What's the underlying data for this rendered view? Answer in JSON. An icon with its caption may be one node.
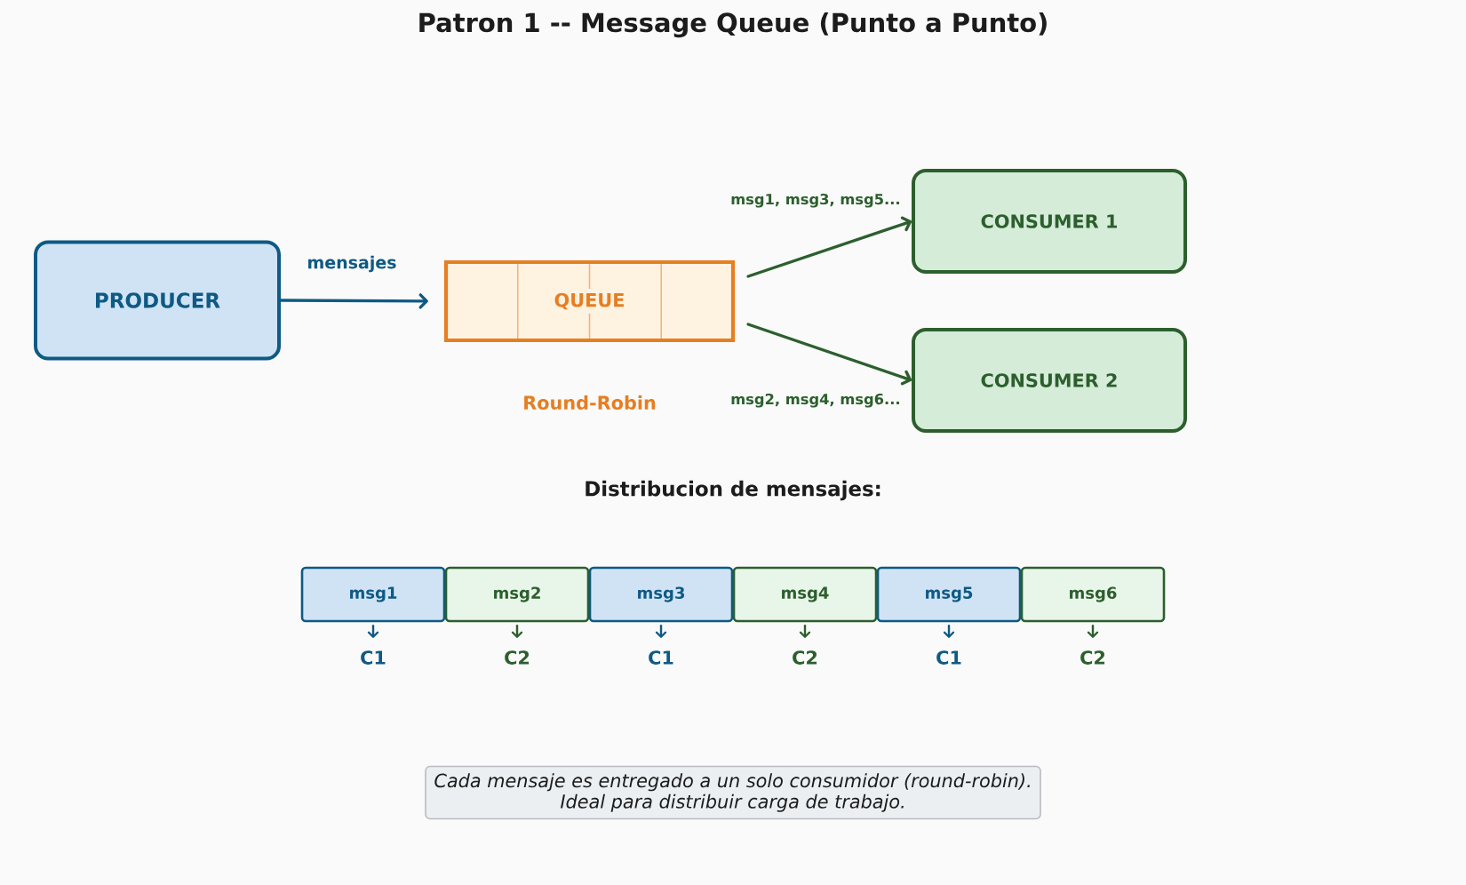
{
  "diagram": {
    "title": "Patron 1 -- Message Queue (Punto a Punto)",
    "nodes": [
      {
        "text": [
          "PRODUCER"
        ]
      },
      {
        "text": [
          "QUEUE"
        ],
        "beside": [
          "Round-Robin"
        ]
      },
      {
        "text": [
          "CONSUMER 1"
        ]
      },
      {
        "text": [
          "CONSUMER 2"
        ]
      },
      {
        "text": [
          "msg1"
        ]
      },
      {
        "text": [
          "msg2"
        ]
      },
      {
        "text": [
          "msg3"
        ]
      },
      {
        "text": [
          "msg4"
        ]
      },
      {
        "text": [
          "msg5"
        ]
      },
      {
        "text": [
          "msg6"
        ]
      },
      {
        "text": [
          "C1"
        ]
      },
      {
        "text": [
          "C2"
        ]
      },
      {
        "text": [
          "C1"
        ]
      },
      {
        "text": [
          "C2"
        ]
      },
      {
        "text": [
          "C1"
        ]
      },
      {
        "text": [
          "C2"
        ]
      },
      {
        "text": [
          "Cada mensaje es entregado a un solo consumidor (round-robin). Ideal para distribuir carga de trabajo."
        ]
      }
    ],
    "edges": [
      {
        "from": 0,
        "to": 1,
        "arrow": "to",
        "label": "mensajes",
        "color": "#0e5a84"
      },
      {
        "from": 1,
        "to": 2,
        "arrow": "to",
        "label": "msg1, msg3, msg5..."
      },
      {
        "from": 1,
        "to": 3,
        "arrow": "to",
        "label": "msg2, msg4, msg6..."
      },
      {
        "from": 4,
        "to": 10,
        "arrow": "to",
        "color": "#0e5a84"
      },
      {
        "from": 5,
        "to": 11,
        "arrow": "to"
      },
      {
        "from": 6,
        "to": 12,
        "arrow": "to",
        "color": "#0e5a84"
      },
      {
        "from": 7,
        "to": 13,
        "arrow": "to"
      },
      {
        "from": 8,
        "to": 14,
        "arrow": "to",
        "color": "#0e5a84"
      },
      {
        "from": 9,
        "to": 15,
        "arrow": "to"
      }
    ],
    "labels": [
      "Distribucion de mensajes:"
    ]
  }
}
